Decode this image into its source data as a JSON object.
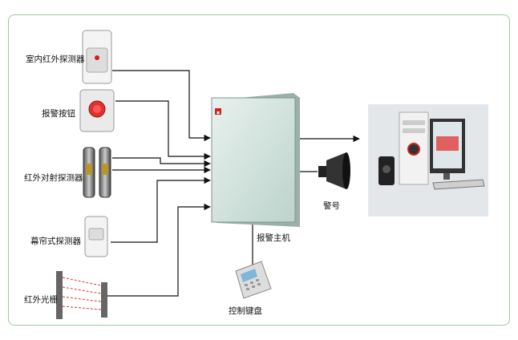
{
  "labels": {
    "pir_detector": "室内红外探测器",
    "alarm_button": "报警按钮",
    "beam_detector": "红外对射探测器",
    "curtain_detector": "幕帘式探测器",
    "light_curtain": "红外光栅",
    "siren": "警号",
    "alarm_host": "报警主机",
    "keypad": "控制键盘"
  },
  "colors": {
    "border": "#9ec99a",
    "line": "#111111",
    "panel": "#cfe0da"
  }
}
